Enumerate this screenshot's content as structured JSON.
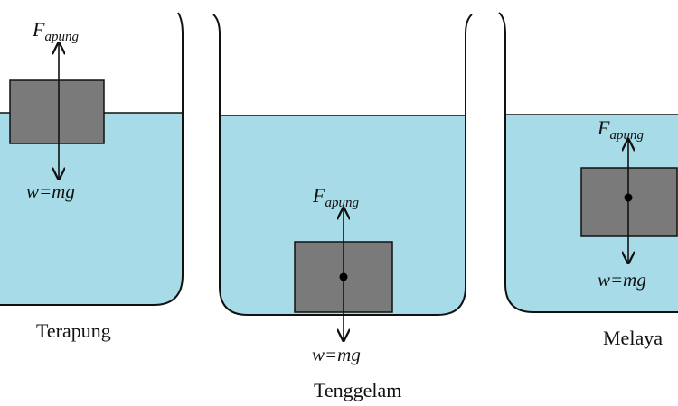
{
  "colors": {
    "water": "#a6dbe7",
    "block": "#7a7a7a",
    "outline": "#111111"
  },
  "states": [
    {
      "label": "Terapung",
      "force_symbol": "F",
      "force_subscript": "apung",
      "weight_text": "w=mg"
    },
    {
      "label": "Tenggelam",
      "force_symbol": "F",
      "force_subscript": "apung",
      "weight_text": "w=mg"
    },
    {
      "label": "Melaya",
      "force_symbol": "F",
      "force_subscript": "apung",
      "weight_text": "w=mg"
    }
  ]
}
